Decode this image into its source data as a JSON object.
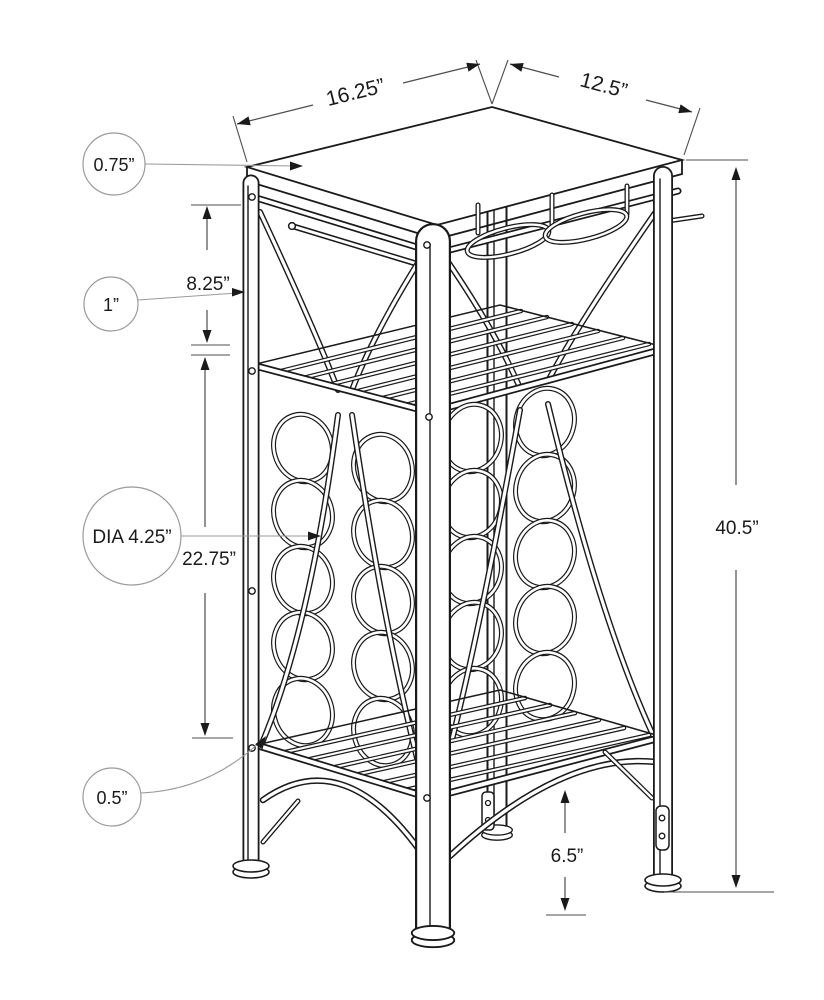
{
  "diagram": {
    "dims": {
      "top_edge_left": "16.25”",
      "top_edge_right": "12.5”",
      "top_thickness": "0.75”",
      "glass_rack_height": "8.25”",
      "frame_tube_diameter": "1”",
      "bottle_ring_diameter": "DIA 4.25”",
      "bottle_rack_height": "22.75”",
      "wire_diameter": "0.5”",
      "overall_height": "40.5”",
      "leg_clearance_height": "6.5”"
    }
  }
}
